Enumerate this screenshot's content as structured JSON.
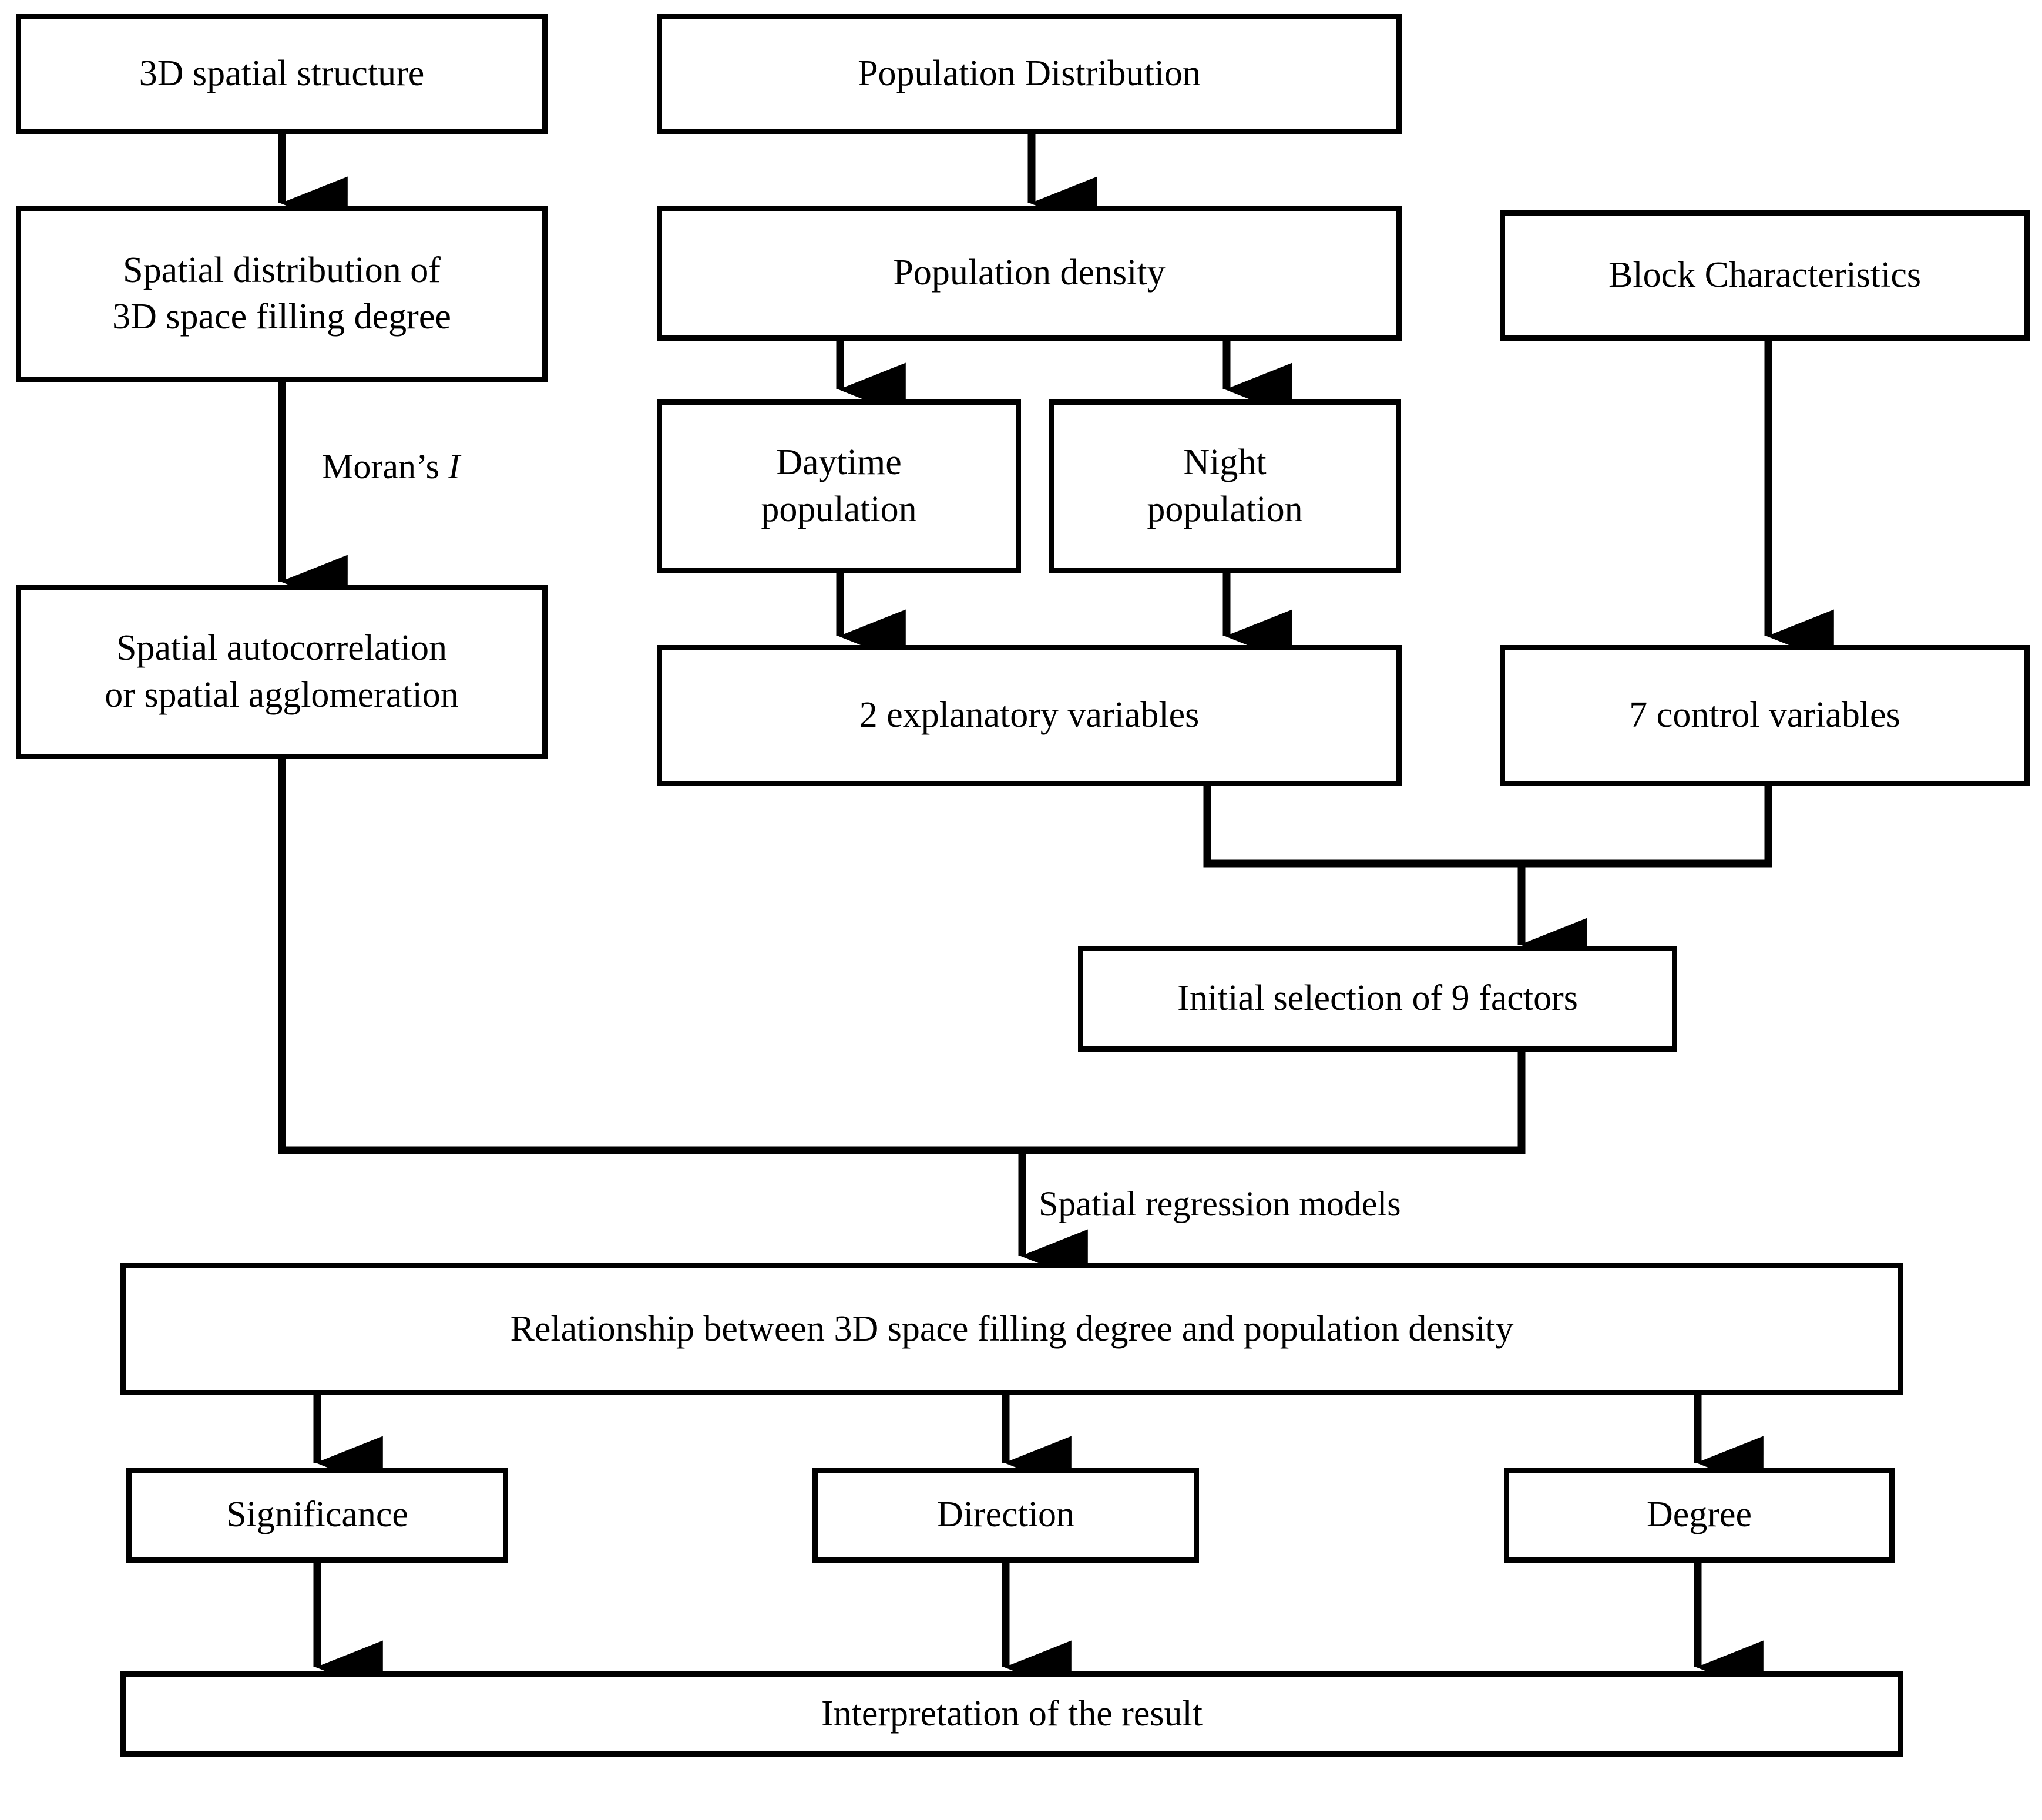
{
  "diagram": {
    "title": "Research framework flowchart",
    "background_color": "#ffffff",
    "line_color": "#000000",
    "box_border_color": "#000000",
    "box_fill_color": "#ffffff"
  },
  "nodes": [
    {
      "id": "n1",
      "label": "3D spatial structure"
    },
    {
      "id": "n2",
      "label": "Spatial distribution of\n3D space filling degree"
    },
    {
      "id": "n3",
      "label": "Spatial autocorrelation\nor spatial agglomeration"
    },
    {
      "id": "n4",
      "label": "Population Distribution"
    },
    {
      "id": "n5",
      "label": "Population density"
    },
    {
      "id": "n6",
      "label": "Daytime\npopulation"
    },
    {
      "id": "n7",
      "label": "Night\npopulation"
    },
    {
      "id": "n8",
      "label": "2 explanatory variables"
    },
    {
      "id": "n9",
      "label": "Block Characteristics"
    },
    {
      "id": "n10",
      "label": "7 control variables"
    },
    {
      "id": "n11",
      "label": "Initial selection of 9 factors"
    },
    {
      "id": "n12",
      "label": "Relationship between 3D space filling degree and population density"
    },
    {
      "id": "n13",
      "label": "Significance"
    },
    {
      "id": "n14",
      "label": "Direction"
    },
    {
      "id": "n15",
      "label": "Degree"
    },
    {
      "id": "n16",
      "label": "Interpretation of the result"
    }
  ],
  "edge_labels": {
    "morans_i_prefix": "Moran’s ",
    "morans_i_symbol": "I",
    "spatial_regression_models": "Spatial regression models"
  }
}
